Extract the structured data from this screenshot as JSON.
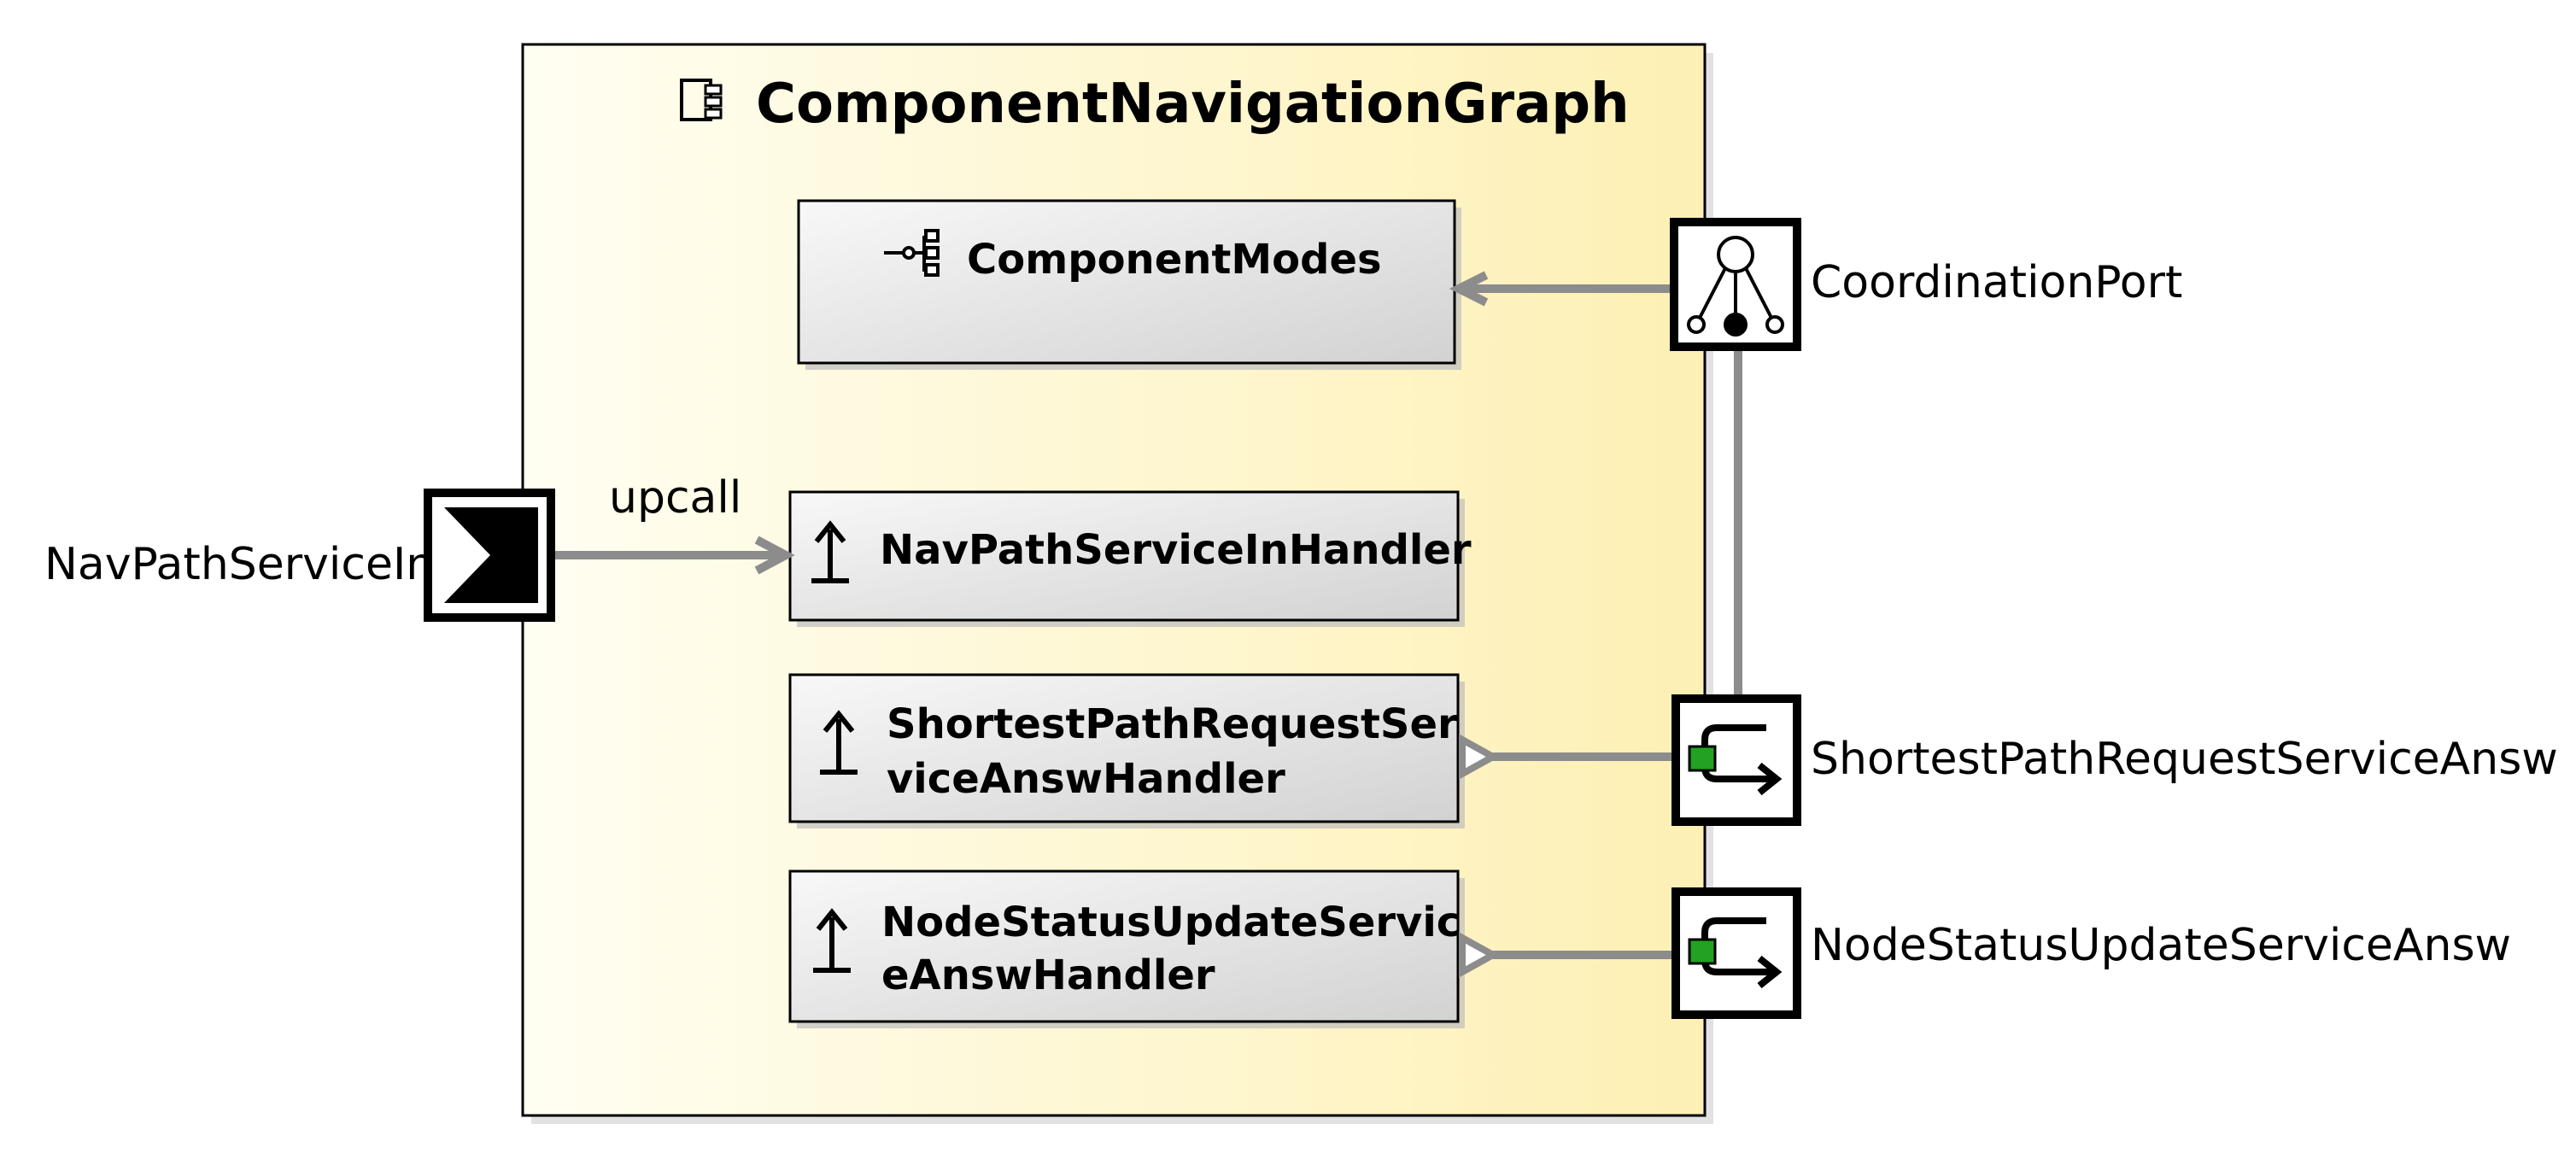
{
  "component": {
    "title": "ComponentNavigationGraph",
    "icon": "component-icon"
  },
  "modes": {
    "label": "ComponentModes",
    "icon": "modes-tree-icon"
  },
  "handlers": [
    {
      "lines": [
        "NavPathServiceInHandler"
      ],
      "icon": "upcall-handler-icon"
    },
    {
      "lines": [
        "ShortestPathRequestSer",
        "viceAnswHandler"
      ],
      "icon": "upcall-handler-icon"
    },
    {
      "lines": [
        "NodeStatusUpdateServic",
        "eAnswHandler"
      ],
      "icon": "upcall-handler-icon"
    }
  ],
  "ports": {
    "input": {
      "label": "NavPathServiceIn",
      "icon": "input-port-icon"
    },
    "coordination": {
      "label": "CoordinationPort",
      "icon": "coordination-port-icon"
    },
    "answer1": {
      "label": "ShortestPathRequestServiceAnsw",
      "icon": "request-answer-port-icon"
    },
    "answer2": {
      "label": "NodeStatusUpdateServiceAnsw",
      "icon": "request-answer-port-icon"
    }
  },
  "connections": {
    "upcall_label": "upcall"
  },
  "colors": {
    "component_fill_start": "#fffef2",
    "component_fill_end": "#fdf0b4",
    "box_fill_start": "#f8f8f8",
    "box_fill_end": "#d2d2d2",
    "connector": "#8c8c8c",
    "port_ok_green": "#22a122"
  }
}
